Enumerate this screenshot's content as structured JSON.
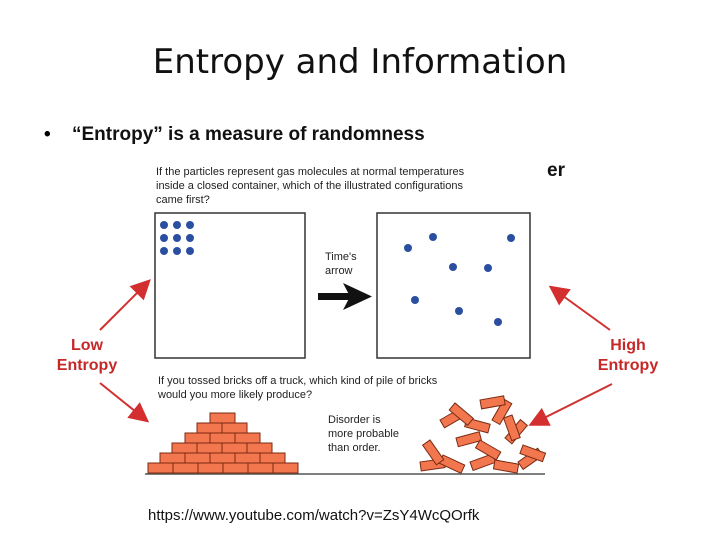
{
  "slide": {
    "title": "Entropy and Information",
    "bullet_dot": "•",
    "bullet_text": "“Entropy” is a measure of randomness",
    "bullet_cutoff_glyph": "er",
    "low_label_line1": "Low",
    "low_label_line2": "Entropy",
    "high_label_line1": "High",
    "high_label_line2": "Entropy",
    "url": "https://www.youtube.com/watch?v=ZsY4WcQOrfk"
  },
  "figure": {
    "question_gas_line1": "If the particles represent gas molecules at normal temperatures",
    "question_gas_line2": "inside a closed container, which of the illustrated configurations",
    "question_gas_line3": "came first?",
    "arrow_label_line1": "Time's",
    "arrow_label_line2": "arrow",
    "question_bricks_line1": "If you tossed bricks off a truck, which kind of pile of bricks",
    "question_bricks_line2": "would you more likely produce?",
    "disorder_line1": "Disorder is",
    "disorder_line2": "more probable",
    "disorder_line3": "than order."
  },
  "colors": {
    "dot": "#2b4fa0",
    "arrow_red": "#d32f2f",
    "label_red": "#c62828",
    "brick": "#f2774f",
    "brick_edge": "#7a2a12"
  }
}
